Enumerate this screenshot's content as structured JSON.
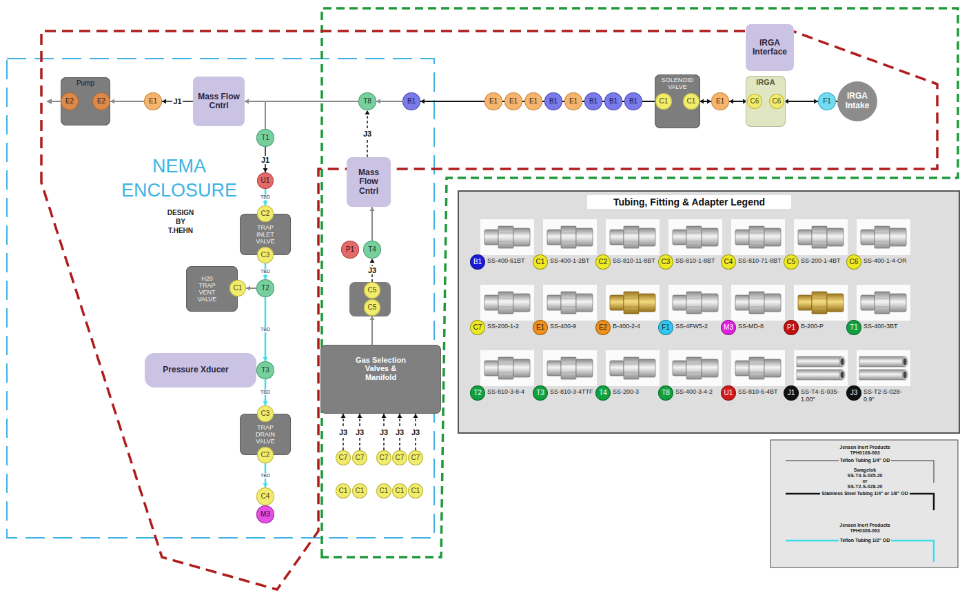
{
  "diagram": {
    "nodes": [
      {
        "text": [
          "Pump"
        ]
      },
      {
        "text": [
          "E2"
        ],
        "in": 0
      },
      {
        "text": [
          "E2"
        ],
        "in": 0
      },
      {
        "text": [
          "E1"
        ]
      },
      {
        "text": [
          "Mass Flow Cntrl"
        ]
      },
      {
        "text": [
          "T8"
        ]
      },
      {
        "text": [
          "B1"
        ]
      },
      {
        "text": [
          "E1"
        ]
      },
      {
        "text": [
          "E1"
        ]
      },
      {
        "text": [
          "E1"
        ]
      },
      {
        "text": [
          "B1"
        ]
      },
      {
        "text": [
          "E1"
        ]
      },
      {
        "text": [
          "B1"
        ]
      },
      {
        "text": [
          "B1"
        ]
      },
      {
        "text": [
          "B1"
        ]
      },
      {
        "text": [
          "SOLENOID VALVE"
        ]
      },
      {
        "text": [
          "C1"
        ],
        "in": 15
      },
      {
        "text": [
          "C1"
        ],
        "in": 15
      },
      {
        "text": [
          "E1"
        ]
      },
      {
        "text": [
          "IRGA Interface"
        ]
      },
      {
        "text": [
          "IRGA"
        ]
      },
      {
        "text": [
          "C6"
        ],
        "in": 20
      },
      {
        "text": [
          "C6"
        ],
        "in": 20
      },
      {
        "text": [
          "F1"
        ]
      },
      {
        "text": [
          "IRGA Intake"
        ]
      },
      {
        "text": [
          "T1"
        ]
      },
      {
        "text": [
          "U1"
        ]
      },
      {
        "text": [
          "TRAP INLET VALVE"
        ]
      },
      {
        "text": [
          "C2"
        ],
        "in": 27
      },
      {
        "text": [
          "C3"
        ],
        "in": 27
      },
      {
        "text": [
          "H20 TRAP VENT VALVE"
        ]
      },
      {
        "text": [
          "C1"
        ],
        "in": 30
      },
      {
        "text": [
          "T2"
        ]
      },
      {
        "text": [
          "Pressure Xducer"
        ]
      },
      {
        "text": [
          "T3"
        ]
      },
      {
        "text": [
          "TRAP DRAIN VALVE"
        ]
      },
      {
        "text": [
          "C3"
        ],
        "in": 35
      },
      {
        "text": [
          "C2"
        ],
        "in": 35
      },
      {
        "text": [
          "C4"
        ]
      },
      {
        "text": [
          "M3"
        ]
      },
      {
        "text": [
          "Mass Flow Cntrl"
        ]
      },
      {
        "text": [
          "P1"
        ]
      },
      {
        "text": [
          "T4"
        ]
      },
      {
        "text": [
          "C5"
        ]
      },
      {
        "text": [
          "C5"
        ]
      },
      {
        "text": [
          "Gas Selection Valves & Manifold"
        ]
      },
      {
        "text": [
          "C7"
        ]
      },
      {
        "text": [
          "C7"
        ]
      },
      {
        "text": [
          "C7"
        ]
      },
      {
        "text": [
          "C7"
        ]
      },
      {
        "text": [
          "C7"
        ]
      },
      {
        "text": [
          "C1"
        ]
      },
      {
        "text": [
          "C1"
        ]
      },
      {
        "text": [
          "C1"
        ]
      },
      {
        "text": [
          "C1"
        ]
      },
      {
        "text": [
          "C1"
        ]
      }
    ],
    "edges": [
      {
        "from": 4,
        "to": 3,
        "label": "J1",
        "arrow": "to"
      },
      {
        "from": 3,
        "to": 2,
        "arrow": "to"
      },
      {
        "from": 5,
        "to": 4,
        "arrow": "to"
      },
      {
        "from": 25,
        "to": 4,
        "arrow": "to"
      },
      {
        "from": 6,
        "to": 5,
        "arrow": "to"
      },
      {
        "from": 7,
        "to": 6,
        "arrow": "to"
      },
      {
        "from": 7,
        "to": 8,
        "arrow": "none"
      },
      {
        "from": 8,
        "to": 9,
        "arrow": "none"
      },
      {
        "from": 9,
        "to": 10,
        "arrow": "none"
      },
      {
        "from": 10,
        "to": 11,
        "arrow": "none"
      },
      {
        "from": 11,
        "to": 12,
        "arrow": "none"
      },
      {
        "from": 12,
        "to": 13,
        "arrow": "none"
      },
      {
        "from": 13,
        "to": 14,
        "arrow": "none"
      },
      {
        "from": 14,
        "to": 16,
        "arrow": "none"
      },
      {
        "from": 17,
        "to": 18,
        "arrow": "both"
      },
      {
        "from": 18,
        "to": 21,
        "arrow": "both"
      },
      {
        "from": 22,
        "to": 23,
        "arrow": "both"
      },
      {
        "from": 23,
        "to": 24,
        "arrow": "none"
      },
      {
        "from": 25,
        "to": 26,
        "label": "J1",
        "arrow": "to"
      },
      {
        "from": 26,
        "to": 28,
        "label": "TBD",
        "arrow": "to"
      },
      {
        "from": 29,
        "to": 32,
        "label": "TBD",
        "arrow": "to"
      },
      {
        "from": 32,
        "to": 31,
        "arrow": "to"
      },
      {
        "from": 32,
        "to": 34,
        "label": "TBD",
        "arrow": "to"
      },
      {
        "from": 34,
        "to": 36,
        "label": "TBD",
        "arrow": "to"
      },
      {
        "from": 37,
        "to": 38,
        "label": "TBD",
        "arrow": "to"
      },
      {
        "from": 40,
        "to": 5,
        "label": "J3",
        "arrow": "to"
      },
      {
        "from": 42,
        "to": 40,
        "arrow": "to"
      },
      {
        "from": 43,
        "to": 42,
        "label": "J3",
        "arrow": "to"
      },
      {
        "from": 45,
        "to": 44,
        "arrow": "to"
      },
      {
        "from": 46,
        "to": 45,
        "label": "J3",
        "arrow": "to"
      },
      {
        "from": 47,
        "to": 45,
        "label": "J3",
        "arrow": "to"
      },
      {
        "from": 48,
        "to": 45,
        "label": "J3",
        "arrow": "to"
      },
      {
        "from": 49,
        "to": 45,
        "label": "J3",
        "arrow": "to"
      },
      {
        "from": 50,
        "to": 45,
        "label": "J3",
        "arrow": "to"
      }
    ],
    "labels": [
      "NEMA ENCLOSURE",
      "DESIGN BY T.HEHN",
      "Tubing, Fitting & Adapter Legend",
      "B1",
      "C1",
      "C2",
      "C3",
      "C4",
      "C5",
      "C6",
      "C7",
      "E1",
      "E2",
      "F1",
      "M3",
      "P1",
      "T1",
      "T2",
      "T3",
      "T4",
      "T8",
      "U1",
      "J1",
      "J3",
      "Jensen Inert Products",
      "TFH0108-063",
      "Swagelok",
      "SS-T4-S-035-20",
      "or",
      "SS-T2-S-028-20",
      "Jensen Inert Products",
      "TFH0308-063"
    ],
    "legend": [
      {
        "text": "SS-400-61BT",
        "color": "#1a1ad8"
      },
      {
        "text": "SS-400-1-2BT",
        "color": "#eeea22"
      },
      {
        "text": "SS-810-11-8BT",
        "color": "#eeea22"
      },
      {
        "text": "SS-810-1-8BT",
        "color": "#eeea22"
      },
      {
        "text": "SS-810-71-8BT",
        "color": "#eeea22"
      },
      {
        "text": "SS-200-1-4BT",
        "color": "#eeea22"
      },
      {
        "text": "SS-400-1-4-OR",
        "color": "#eeea22"
      },
      {
        "text": "SS-200-1-2",
        "color": "#eeea22"
      },
      {
        "text": "SS-400-9",
        "color": "#f0901a"
      },
      {
        "text": "B-400-2-4",
        "color": "#f0901a"
      },
      {
        "text": "SS-4FW5-2",
        "color": "#30c8f0"
      },
      {
        "text": "SS-MD-8",
        "color": "#e020e0"
      },
      {
        "text": "B-200-P",
        "color": "#c01010"
      },
      {
        "text": "SS-400-3BT",
        "color": "#10a040"
      },
      {
        "text": "SS-810-3-8-4",
        "color": "#10a040"
      },
      {
        "text": "SS-810-3-4TTF",
        "color": "#10a040"
      },
      {
        "text": "SS-200-3",
        "color": "#10a040"
      },
      {
        "text": "SS-400-3-4-2",
        "color": "#10a040"
      },
      {
        "text": "SS-810-6-4BT",
        "color": "#d01a1a"
      },
      {
        "text": "SS-T4-S-035-1.00\"",
        "color": "#111111"
      },
      {
        "text": "SS-T2-S-028-0.9\"",
        "color": "#111111"
      },
      {
        "text": "Teflon Tubing 1/4\" OD"
      },
      {
        "text": "Stainless Steel Tubing 1/4\" or 1/8\" OD"
      },
      {
        "text": "Teflon Tubing 1/2\" OD"
      }
    ]
  }
}
